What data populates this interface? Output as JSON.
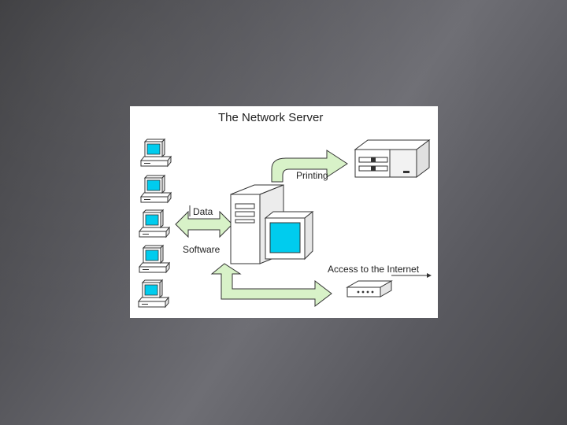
{
  "diagram": {
    "title": "The Network Server",
    "labels": {
      "printing": "Printing",
      "data": "Data",
      "software": "Software",
      "internet": "Access to the Internet"
    },
    "colors": {
      "screen": "#00ccee",
      "arrow_fill": "#d8f2c8",
      "device_fill": "#ffffff",
      "outline": "#333333"
    },
    "nodes": [
      {
        "id": "client-1",
        "icon": "desktop-computer-icon"
      },
      {
        "id": "client-2",
        "icon": "desktop-computer-icon"
      },
      {
        "id": "client-3",
        "icon": "desktop-computer-icon"
      },
      {
        "id": "client-4",
        "icon": "desktop-computer-icon"
      },
      {
        "id": "client-5",
        "icon": "desktop-computer-icon"
      },
      {
        "id": "server",
        "icon": "server-tower-icon"
      },
      {
        "id": "printer",
        "icon": "printer-icon"
      },
      {
        "id": "modem",
        "icon": "modem-icon"
      }
    ]
  }
}
